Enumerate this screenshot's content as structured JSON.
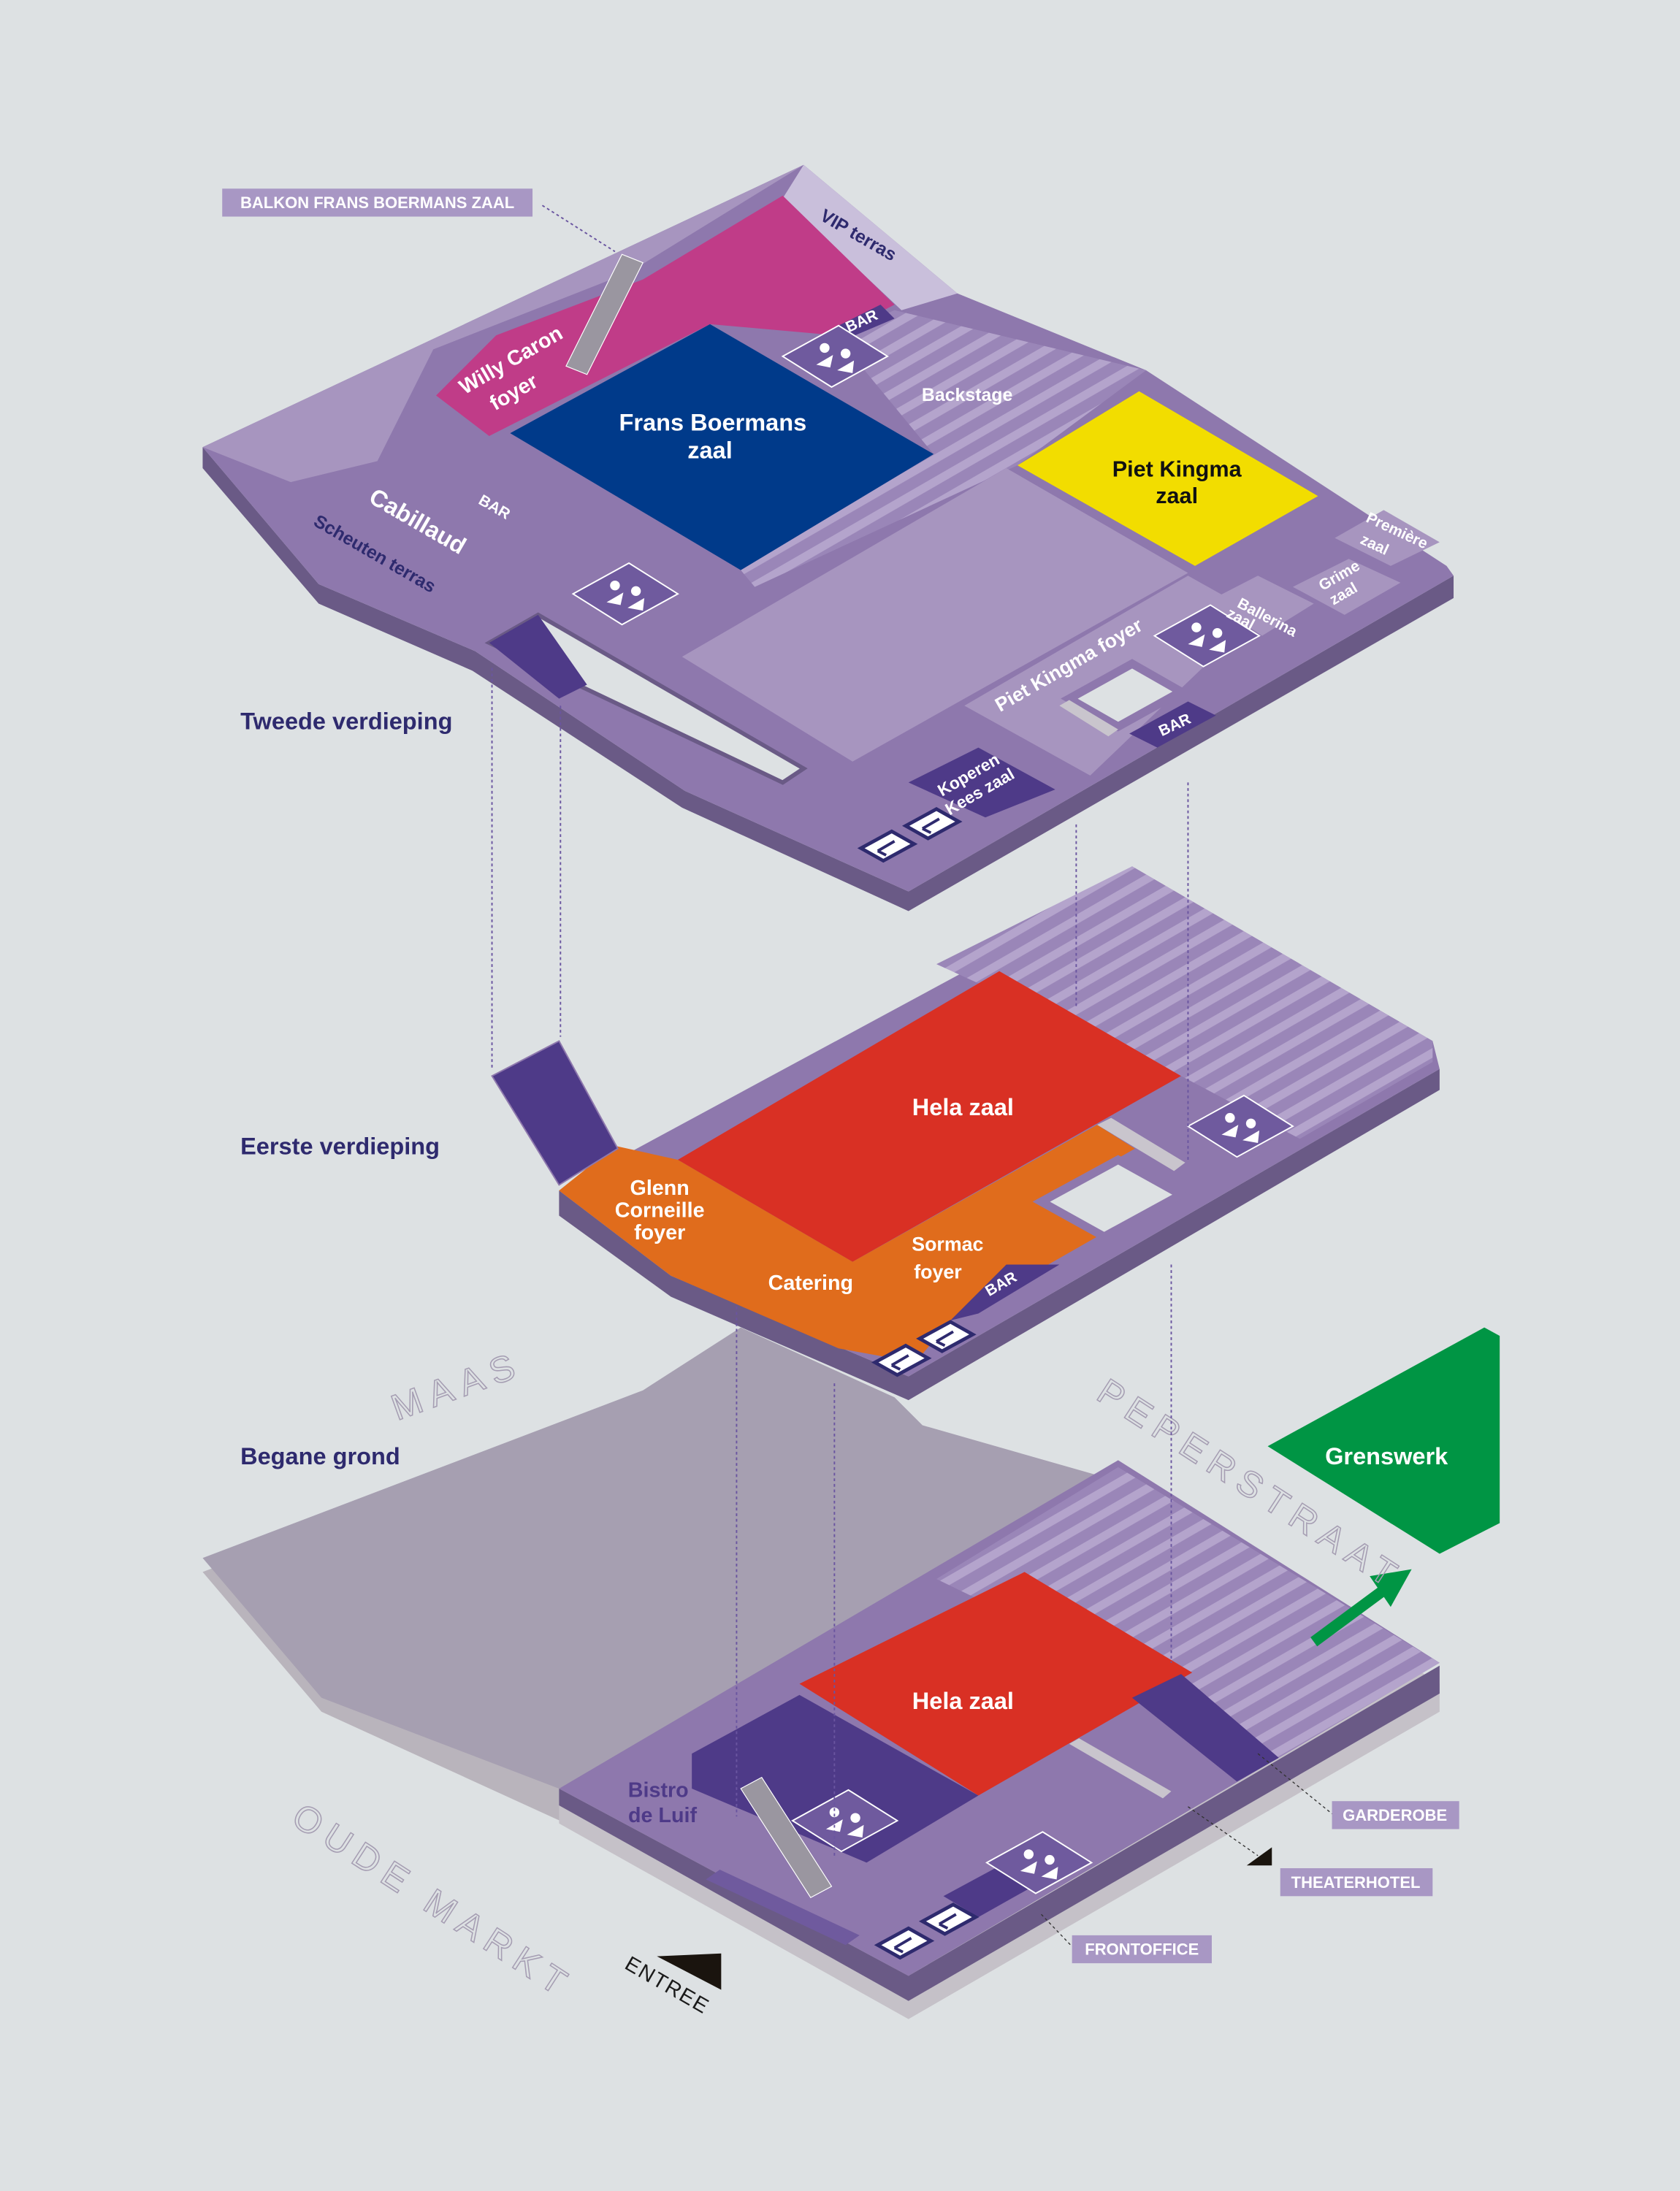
{
  "floors": {
    "second": "Tweede verdieping",
    "first": "Eerste verdieping",
    "ground": "Begane grond"
  },
  "callouts": {
    "balkon": "BALKON FRANS BOERMANS ZAAL",
    "garderobe": "GARDEROBE",
    "theaterhotel": "THEATERHOTEL",
    "frontoffice": "FRONTOFFICE"
  },
  "streets": {
    "maas": "MAAS",
    "peperstraat": "PEPERSTRAAT",
    "oude_markt": "OUDE MARKT",
    "entree": "ENTREE"
  },
  "rooms": {
    "vip_terras": "VIP terras",
    "willy_caron": [
      "Willy Caron",
      "foyer"
    ],
    "bar": "BAR",
    "backstage": "Backstage",
    "frans_boermans": [
      "Frans Boermans",
      "zaal"
    ],
    "piet_kingma": [
      "Piet Kingma",
      "zaal"
    ],
    "cabillaud": "Cabillaud",
    "scheuten_terras": "Scheuten terras",
    "premiere": [
      "Première",
      "zaal"
    ],
    "grime": [
      "Grime",
      "zaal"
    ],
    "ballerina": [
      "Ballerina",
      "zaal"
    ],
    "piet_kingma_foyer": "Piet Kingma foyer",
    "koperen_kees": [
      "Koperen",
      "Kees zaal"
    ],
    "hela_zaal": "Hela zaal",
    "glenn_corneille": [
      "Glenn",
      "Corneille",
      "foyer"
    ],
    "catering": "Catering",
    "sormac": [
      "Sormac",
      "foyer"
    ],
    "bistro": [
      "Bistro",
      "de Luif"
    ],
    "grenswerk": "Grenswerk"
  },
  "colors": {
    "background": "#dde1e3",
    "floor": "#8e78ad",
    "floor_light": "#a795bf",
    "floor_side": "#6a5a86",
    "magenta": "#c03c88",
    "blue": "#003a8a",
    "yellow": "#f2dd00",
    "red": "#d93024",
    "orange": "#e06c1c",
    "dark_purple": "#4e3a88",
    "green": "#009544",
    "tag": "#a897c4",
    "label_dark": "#2e2a6e"
  }
}
